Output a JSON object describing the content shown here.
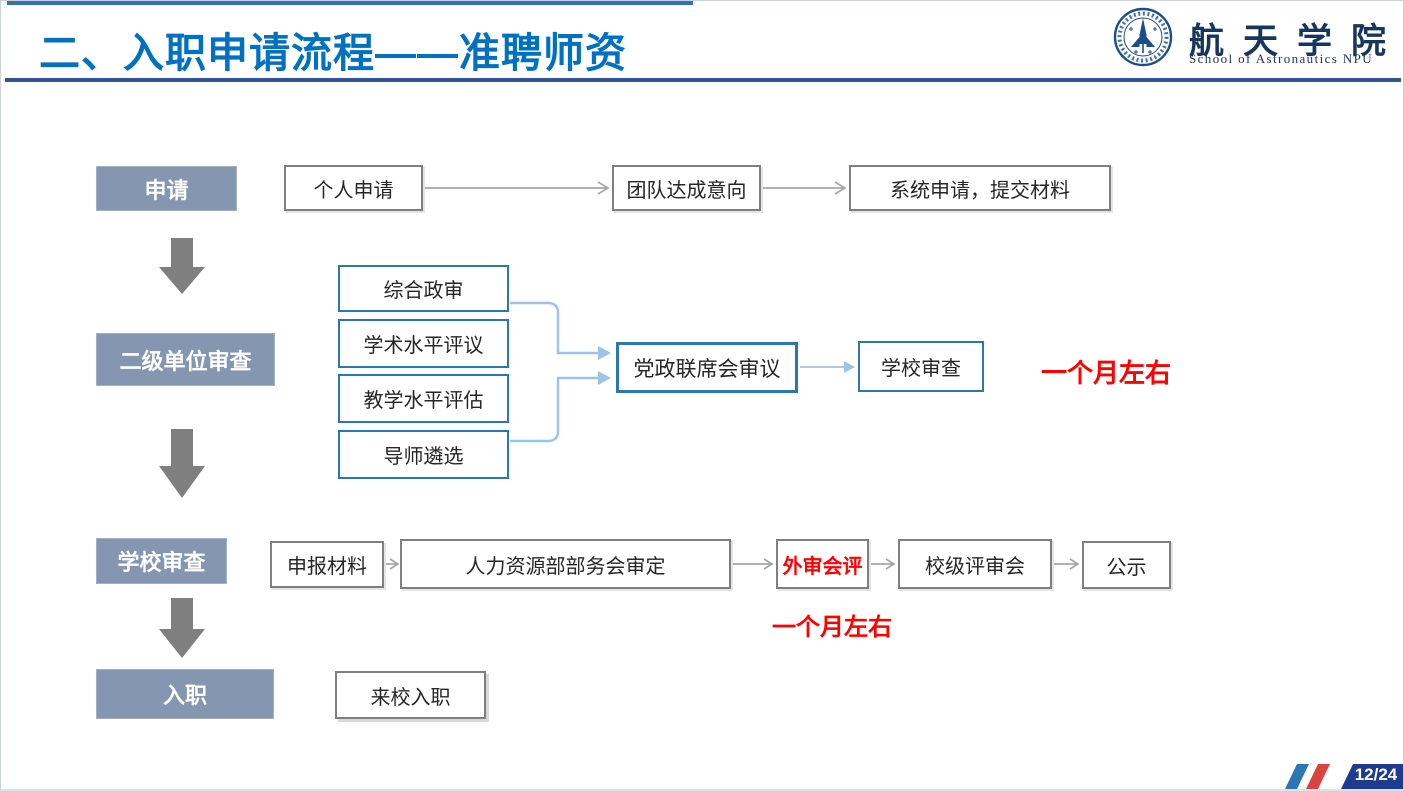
{
  "slide": {
    "title": "二、入职申请流程——准聘师资",
    "page_indicator": "12/24"
  },
  "logo": {
    "name_cn": "航天学院",
    "name_en": "School of Astronautics NPU",
    "seal": "university-seal-with-rocket"
  },
  "stages": {
    "s1": "申请",
    "s2": "二级单位审查",
    "s3": "学校审查",
    "s4": "入职"
  },
  "row1": {
    "b1": "个人申请",
    "b2": "团队达成意向",
    "b3": "系统申请，提交材料"
  },
  "row2": {
    "p1": "综合政审",
    "p2": "学术水平评议",
    "p3": "教学水平评估",
    "p4": "导师遴选",
    "joint": "党政联席会审议",
    "check": "学校审查",
    "duration": "一个月左右"
  },
  "row3": {
    "b1": "申报材料",
    "b2": "人力资源部部务会审定",
    "b3": "外审会评",
    "b4": "校级评审会",
    "b5": "公示",
    "duration": "一个月左右"
  },
  "row4": {
    "b1": "来校入职"
  },
  "colors": {
    "title_blue": "#0070C0",
    "rule_navy": "#2F5597",
    "stage_gray": "#8496B0",
    "block_arrow_gray": "#7F7F7F",
    "thin_arrow_gray": "#A6A6A6",
    "box_border_gray": "#7F7F7F",
    "box_border_blue": "#2E75B6",
    "connector_blue": "#9DC3E6",
    "highlight_red": "#FF0000",
    "footer_navy": "#1E3C8F",
    "footer_stripe_blue": "#2E75B6",
    "footer_stripe_red": "#D9453C",
    "logo_navy": "#17365D"
  }
}
